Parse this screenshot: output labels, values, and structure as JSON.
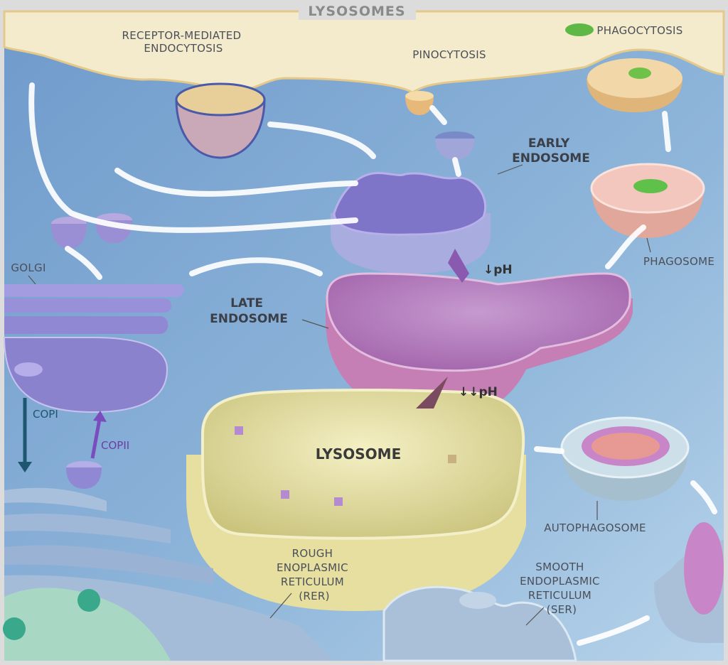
{
  "title": "LYSOSOMES",
  "labels": {
    "receptor_mediated": [
      "RECEPTOR-MEDIATED",
      "ENDOCYTOSIS"
    ],
    "pinocytosis": "PINOCYTOSIS",
    "phagocytosis": "PHAGOCYTOSIS",
    "early_endosome": [
      "EARLY",
      "ENDOSOME"
    ],
    "golgi": "GOLGI",
    "late_endosome": [
      "LATE",
      "ENDOSOME"
    ],
    "phagosome": "PHAGOSOME",
    "ph_down": "↓pH",
    "ph_down_double": "↓↓pH",
    "copi": "COPI",
    "copii": "COPII",
    "lysosome": "LYSOSOME",
    "autophagosome": "AUTOPHAGOSOME",
    "rer": [
      "ROUGH",
      "ENOPLASMIC",
      "RETICULUM",
      "(RER)"
    ],
    "ser": [
      "SMOOTH",
      "ENDOPLASMIC",
      "RETICULUM",
      "(SER)"
    ]
  },
  "colors": {
    "cytoplasm": "#7fa8cf",
    "membrane": "#f3ead0",
    "endosome": "#8a7fd0",
    "late_endosome": "#c98ac0",
    "lysosome": "#d9d49a",
    "phagosome": "#e6a9a0",
    "er": "#a9c0dc",
    "nucleus": "#a8d4c0"
  }
}
